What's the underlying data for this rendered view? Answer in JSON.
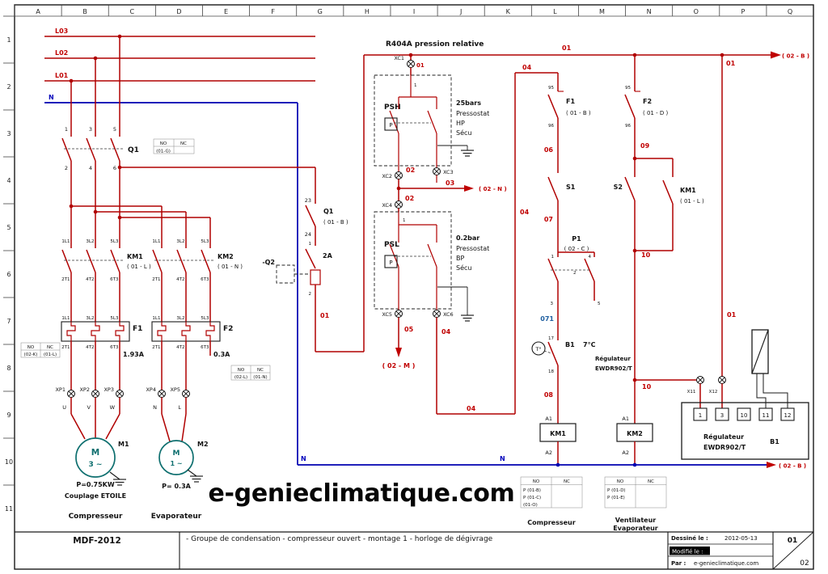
{
  "frame": {
    "cols": [
      "A",
      "B",
      "C",
      "D",
      "E",
      "F",
      "G",
      "H",
      "I",
      "J",
      "K",
      "L",
      "M",
      "N",
      "O",
      "P",
      "Q"
    ],
    "rows": [
      "1",
      "2",
      "3",
      "4",
      "5",
      "6",
      "7",
      "8",
      "9",
      "10",
      "11"
    ]
  },
  "watermark": "e-genieclimatique.com",
  "top_note": "R404A pression relative",
  "bus": {
    "l03": "L03",
    "l02": "L02",
    "l01": "L01",
    "n": "N"
  },
  "wires": {
    "w01": "01",
    "w02": "02",
    "w03": "03",
    "w04": "04",
    "w05": "05",
    "w06": "06",
    "w07": "07",
    "w071": "071",
    "w08": "08",
    "w09": "09",
    "w10": "10"
  },
  "offpage": {
    "b": "( 02 - B )",
    "n": "( 02 - N )",
    "m": "( 02 - M )"
  },
  "q1": {
    "name": "Q1",
    "t1": "1",
    "t3": "3",
    "t5": "5",
    "t2": "2",
    "t4": "4",
    "t6": "6",
    "tbl_no": "NO",
    "tbl_nc": "NC",
    "tbl_ref": "(01-G)"
  },
  "q1aux": {
    "name": "Q1",
    "ref": "( 01 - B )",
    "t23": "23",
    "t24": "24"
  },
  "q2": {
    "name": "-Q2",
    "rating": "2A",
    "t1": "1",
    "t2": "2"
  },
  "km1": {
    "name": "KM1",
    "ref": "( 01 - L )"
  },
  "km2": {
    "name": "KM2",
    "ref": "( 01 - N )"
  },
  "poles": {
    "l1": "1L1",
    "l2": "3L2",
    "l3": "5L3",
    "t1": "2T1",
    "t2": "4T2",
    "t3": "6T3"
  },
  "f1": {
    "name": "F1",
    "rating": "1.93A",
    "tbl_no": "NO",
    "tbl_nc": "NC",
    "ref_no": "(02-K)",
    "ref_nc": "(01-L)"
  },
  "f2": {
    "name": "F2",
    "rating": "0.3A",
    "tbl_no": "NO",
    "tbl_nc": "NC",
    "ref_no": "(02-L)",
    "ref_nc": "(01-N)"
  },
  "m1": {
    "xp1": "XP1",
    "xp2": "XP2",
    "xp3": "XP3",
    "u": "U",
    "v": "V",
    "w": "W",
    "letter": "M",
    "phase": "3 ~",
    "name": "M1",
    "power": "P=0.75KW",
    "coupling": "Couplage ETOILE",
    "caption": "Compresseur"
  },
  "m2": {
    "xp4": "XP4",
    "xp5": "XP5",
    "n": "N",
    "l": "L",
    "letter": "M",
    "phase": "1 ~",
    "name": "M2",
    "power": "P= 0.3A",
    "caption": "Evaporateur"
  },
  "psh": {
    "name": "PSH",
    "p": "P",
    "t1": "1",
    "xc1": "XC1",
    "xc2": "XC2",
    "xc3": "XC3",
    "rating": "25bars",
    "d1": "Pressostat",
    "d2": "HP",
    "d3": "Sécu"
  },
  "psl": {
    "name": "PSL",
    "p": "P",
    "t1": "1",
    "xc4": "XC4",
    "xc5": "XC5",
    "xc6": "XC6",
    "rating": "0.2bar",
    "d1": "Pressostat",
    "d2": "BP",
    "d3": "Sécu"
  },
  "cf1": {
    "name": "F1",
    "ref": "( 01 - B )",
    "t95": "95",
    "t96": "96"
  },
  "cf2": {
    "name": "F2",
    "ref": "( 01 - D )",
    "t95": "95",
    "t96": "96"
  },
  "s1": "S1",
  "s2": "S2",
  "ckm1": {
    "name": "KM1",
    "ref": "( 01 - L )"
  },
  "p1": {
    "name": "P1",
    "ref": "( 02 - C )",
    "t1": "1",
    "t2": "2",
    "t3": "3",
    "t4": "4",
    "t5": "5"
  },
  "b1": {
    "tsym": "T°",
    "name": "B1",
    "temp": "7°C",
    "r1": "Régulateur",
    "r2": "EWDR902/T",
    "t17": "17",
    "t18": "18"
  },
  "coil1": {
    "name": "KM1",
    "a1": "A1",
    "a2": "A2"
  },
  "coil2": {
    "name": "KM2",
    "a1": "A1",
    "a2": "A2"
  },
  "reg": {
    "t1": "1",
    "t3": "3",
    "t10": "10",
    "t11": "11",
    "t12": "12",
    "r1": "Régulateur",
    "r2": "EWDR902/T",
    "b1": "B1",
    "x1": "X11",
    "x2": "X12"
  },
  "xref1": {
    "no": "NO",
    "nc": "NC",
    "rows": [
      "P (01-B)",
      "P (01-C)",
      "(01-O)"
    ]
  },
  "xref2": {
    "no": "NO",
    "nc": "NC",
    "rows": [
      "P (01-D)",
      "P (01-E)",
      ""
    ]
  },
  "captions": {
    "comp": "Compresseur",
    "vent1": "Ventilateur",
    "vent2": "Evaporateur"
  },
  "titleblock": {
    "code": "MDF-2012",
    "description": "- Groupe de condensation - compresseur ouvert - montage 1 - horloge de dégivrage",
    "drawn_label": "Dessiné le :",
    "drawn_value": "2012-05-13",
    "modified_label": "Modifié le :",
    "by_label": "Par :",
    "by_value": "e-genieclimatique.com",
    "sheet": "01",
    "sheets_total": "02"
  }
}
